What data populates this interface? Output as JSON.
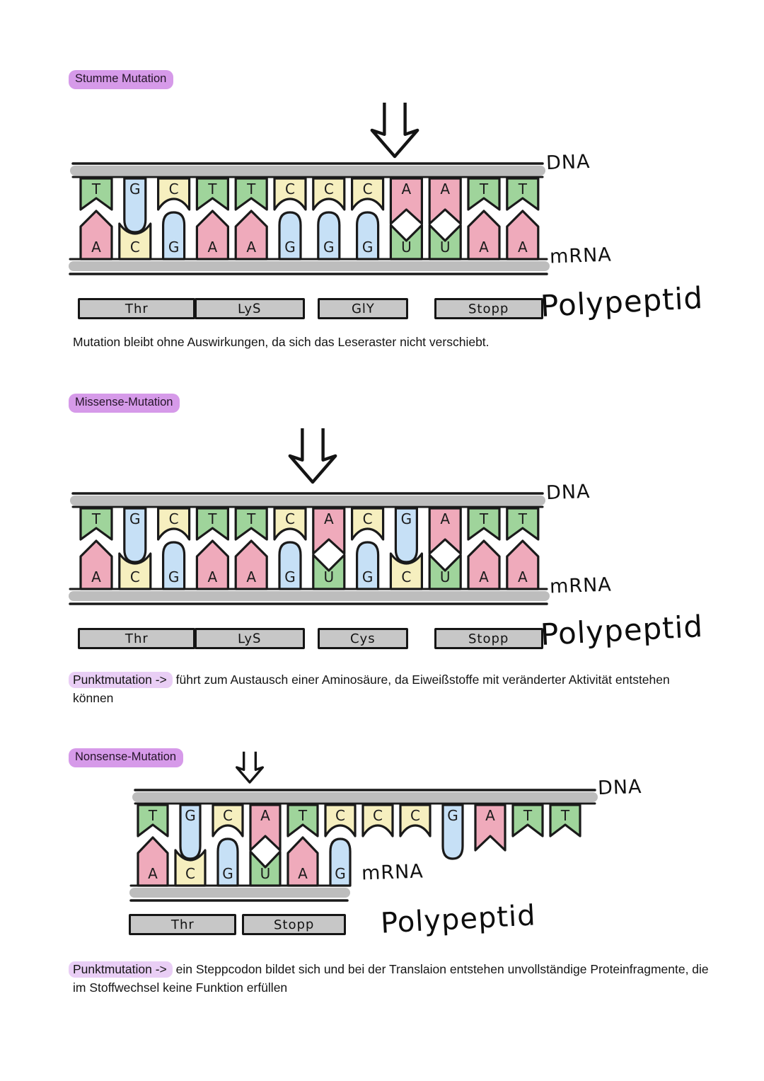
{
  "page_background": "#ffffff",
  "colors": {
    "green": "#9fd49b",
    "pink": "#efaabb",
    "yellow": "#f6efbf",
    "blue": "#c6e0f6",
    "strand_gray": "#bdbdbd",
    "box_gray": "#c7c7c7",
    "outline": "#1a1a1a",
    "pill_purple": "#d69ae9",
    "caption_highlight_purple": "#e9cef5"
  },
  "base_colors": {
    "T": "green",
    "A": "pink",
    "C": "yellow",
    "G": "blue",
    "U": "green"
  },
  "sections": [
    {
      "title": "Stumme Mutation",
      "dna_label": "DNA",
      "mrna_label": "mRNA",
      "polypeptid_label": "Polypeptid",
      "dna_bases": [
        "T",
        "G",
        "C",
        "T",
        "T",
        "C",
        "C",
        "C",
        "A",
        "A",
        "T",
        "T"
      ],
      "mrna_bases": [
        "A",
        "C",
        "G",
        "A",
        "A",
        "G",
        "G",
        "G",
        "U",
        "U",
        "A",
        "A"
      ],
      "amino_acids": [
        "Thr",
        "LyS",
        "GlY",
        "Stopp"
      ],
      "caption_highlight": "",
      "caption": "Mutation bleibt ohne Auswirkungen, da sich das Leseraster nicht verschiebt."
    },
    {
      "title": "Missense-Mutation",
      "dna_label": "DNA",
      "mrna_label": "mRNA",
      "polypeptid_label": "Polypeptid",
      "dna_bases": [
        "T",
        "G",
        "C",
        "T",
        "T",
        "C",
        "A",
        "C",
        "G",
        "A",
        "T",
        "T"
      ],
      "mrna_bases": [
        "A",
        "C",
        "G",
        "A",
        "A",
        "G",
        "U",
        "G",
        "C",
        "U",
        "A",
        "A"
      ],
      "amino_acids": [
        "Thr",
        "LyS",
        "Cys",
        "Stopp"
      ],
      "caption_highlight": "Punktmutation ->",
      "caption": "führt zum Austausch einer Aminosäure, da Eiweißstoffe mit veränderter Aktivität entstehen können"
    },
    {
      "title": "Nonsense-Mutation",
      "dna_label": "DNA",
      "mrna_label": "mRNA",
      "polypeptid_label": "Polypeptid",
      "dna_bases": [
        "T",
        "G",
        "C",
        "A",
        "T",
        "C",
        "C",
        "C",
        "G",
        "A",
        "T",
        "T"
      ],
      "mrna_bases": [
        "A",
        "C",
        "G",
        "U",
        "A",
        "G"
      ],
      "amino_acids": [
        "Thr",
        "Stopp"
      ],
      "caption_highlight": "Punktmutation ->",
      "caption": "ein Steppcodon bildet sich und bei der Translaion entstehen unvollständige Proteinfragmente, die im Stoffwechsel keine Funktion erfüllen"
    }
  ]
}
